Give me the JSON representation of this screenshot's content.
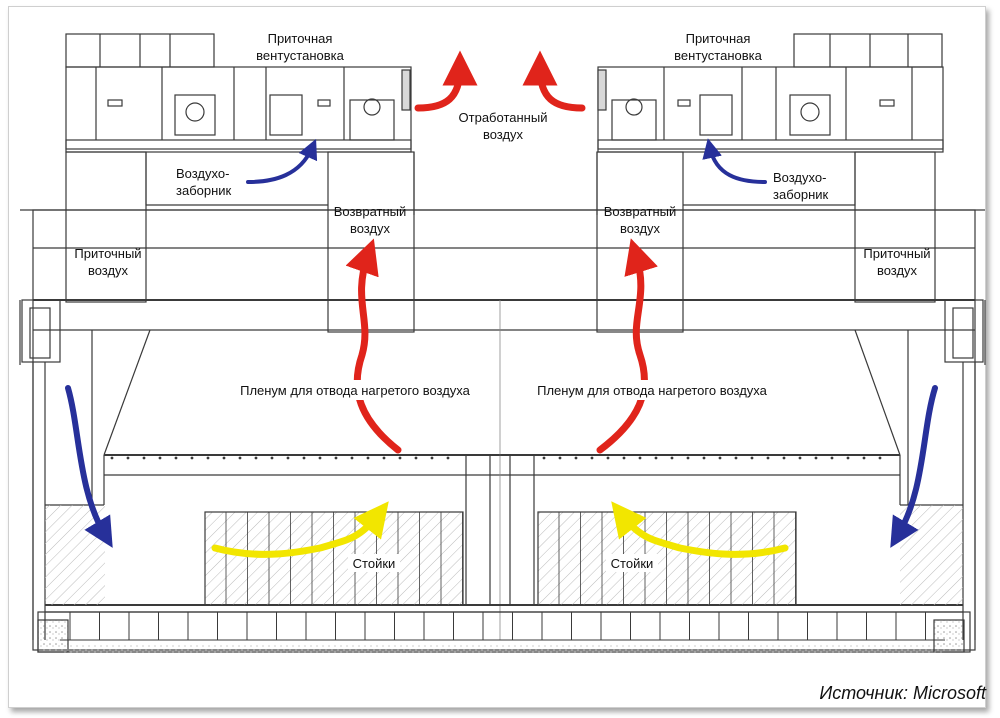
{
  "labels": {
    "supply_unit_line1": "Приточная",
    "supply_unit_line2": "вентустановка",
    "exhaust_air_line1": "Отработанный",
    "exhaust_air_line2": "воздух",
    "intake_line1": "Воздухо-",
    "intake_line2": "заборник",
    "return_air_line1": "Возвратный",
    "return_air_line2": "воздух",
    "supply_air_line1": "Приточный",
    "supply_air_line2": "воздух",
    "plenum": "Пленум для отвода нагретого воздуха",
    "racks": "Стойки"
  },
  "source": "Источник: Microsoft",
  "colors": {
    "hot_air": "#e0241b",
    "cold_air": "#27309a",
    "rack_air": "#f2e600",
    "lines": "#3a3a3a"
  }
}
